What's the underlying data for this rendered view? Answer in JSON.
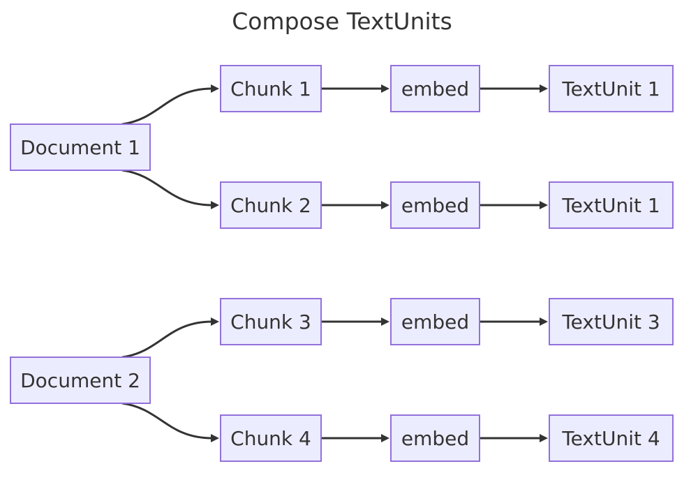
{
  "title": "Compose TextUnits",
  "colors": {
    "node_fill": "#ececff",
    "node_stroke": "#9370db",
    "edge": "#333333",
    "text": "#333333"
  },
  "nodes": [
    {
      "id": "doc1",
      "label": "Document 1"
    },
    {
      "id": "chunk1",
      "label": "Chunk 1"
    },
    {
      "id": "embed1",
      "label": "embed"
    },
    {
      "id": "tu1",
      "label": "TextUnit 1"
    },
    {
      "id": "chunk2",
      "label": "Chunk 2"
    },
    {
      "id": "embed2",
      "label": "embed"
    },
    {
      "id": "tu2",
      "label": "TextUnit 1"
    },
    {
      "id": "doc2",
      "label": "Document 2"
    },
    {
      "id": "chunk3",
      "label": "Chunk 3"
    },
    {
      "id": "embed3",
      "label": "embed"
    },
    {
      "id": "tu3",
      "label": "TextUnit 3"
    },
    {
      "id": "chunk4",
      "label": "Chunk 4"
    },
    {
      "id": "embed4",
      "label": "embed"
    },
    {
      "id": "tu4",
      "label": "TextUnit 4"
    }
  ],
  "edges": [
    {
      "from": "doc1",
      "to": "chunk1"
    },
    {
      "from": "doc1",
      "to": "chunk2"
    },
    {
      "from": "chunk1",
      "to": "embed1"
    },
    {
      "from": "embed1",
      "to": "tu1"
    },
    {
      "from": "chunk2",
      "to": "embed2"
    },
    {
      "from": "embed2",
      "to": "tu2"
    },
    {
      "from": "doc2",
      "to": "chunk3"
    },
    {
      "from": "doc2",
      "to": "chunk4"
    },
    {
      "from": "chunk3",
      "to": "embed3"
    },
    {
      "from": "embed3",
      "to": "tu3"
    },
    {
      "from": "chunk4",
      "to": "embed4"
    },
    {
      "from": "embed4",
      "to": "tu4"
    }
  ]
}
